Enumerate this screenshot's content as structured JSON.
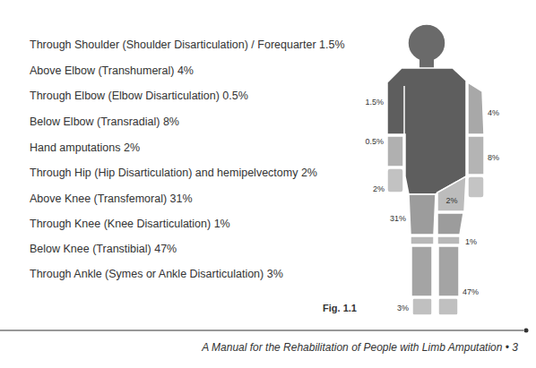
{
  "diagram": {
    "caption": "Fig. 1.1",
    "labels": [
      "Through Shoulder (Shoulder Disarticulation) / Forequarter 1.5%",
      "Above Elbow (Transhumeral) 4%",
      "Through Elbow (Elbow Disarticulation) 0.5%",
      "Below Elbow (Transradial) 8%",
      "Hand amputations 2%",
      "Through Hip (Hip Disarticulation) and hemipelvectomy 2%",
      "Above Knee (Transfemoral) 31%",
      "Through Knee (Knee Disarticulation) 1%",
      "Below Knee (Transtibial) 47%",
      "Through Ankle (Symes or Ankle Disarticulation) 3%",
      "1.5%",
      "4%",
      "0.5%",
      "8%",
      "2%",
      "2%",
      "31%",
      "1%",
      "47%",
      "3%",
      "A Manual for the Rehabilitation of People with Limb Amputation • 3"
    ]
  }
}
